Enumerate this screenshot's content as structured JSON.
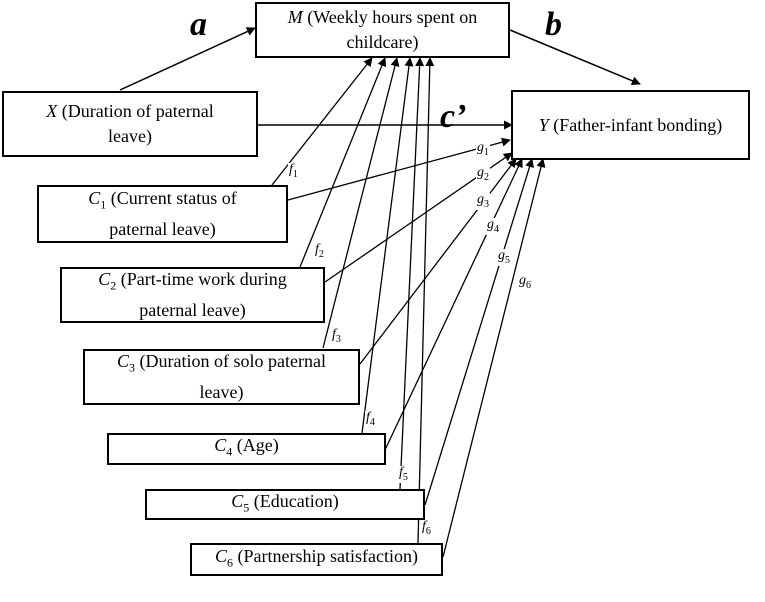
{
  "nodes": {
    "m": {
      "var": "M",
      "text_line1": " (Weekly hours spent on",
      "text_line2": "childcare)"
    },
    "x": {
      "var": "X",
      "text_line1": " (Duration of paternal",
      "text_line2": "leave)"
    },
    "y": {
      "var": "Y",
      "text_line1": " (Father-infant bonding)"
    },
    "c1": {
      "var": "C",
      "sub": "1",
      "text_line1": " (Current status of",
      "text_line2": "paternal leave)"
    },
    "c2": {
      "var": "C",
      "sub": "2",
      "text_line1": " (Part-time work during",
      "text_line2": "paternal leave)"
    },
    "c3": {
      "var": "C",
      "sub": "3",
      "text_line1": " (Duration of solo paternal",
      "text_line2": "leave)"
    },
    "c4": {
      "var": "C",
      "sub": "4",
      "text_line1": " (Age)"
    },
    "c5": {
      "var": "C",
      "sub": "5",
      "text_line1": " (Education)"
    },
    "c6": {
      "var": "C",
      "sub": "6",
      "text_line1": " (Partnership satisfaction)"
    }
  },
  "paths": {
    "a": "a",
    "b": "b",
    "c_prime": "c’"
  },
  "f_labels": [
    {
      "letter": "f",
      "sub": "1"
    },
    {
      "letter": "f",
      "sub": "2"
    },
    {
      "letter": "f",
      "sub": "3"
    },
    {
      "letter": "f",
      "sub": "4"
    },
    {
      "letter": "f",
      "sub": "5"
    },
    {
      "letter": "f",
      "sub": "6"
    }
  ],
  "g_labels": [
    {
      "letter": "g",
      "sub": "1"
    },
    {
      "letter": "g",
      "sub": "2"
    },
    {
      "letter": "g",
      "sub": "3"
    },
    {
      "letter": "g",
      "sub": "4"
    },
    {
      "letter": "g",
      "sub": "5"
    },
    {
      "letter": "g",
      "sub": "6"
    }
  ]
}
